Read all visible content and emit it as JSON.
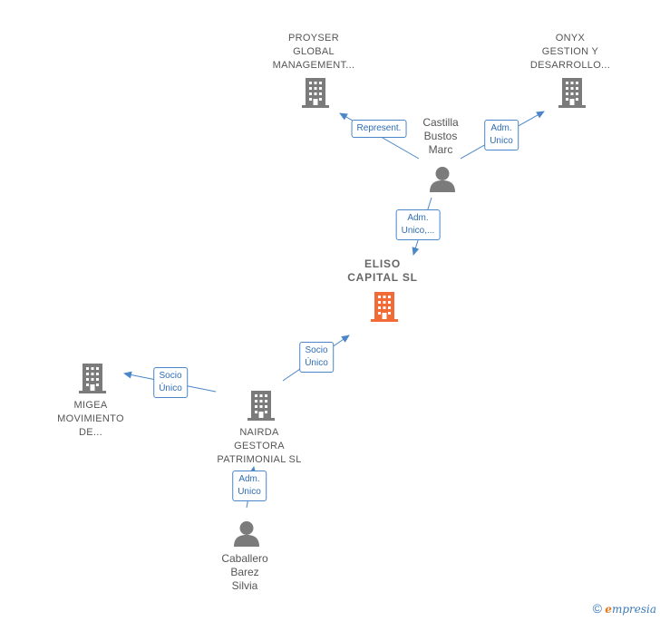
{
  "nodes": {
    "proyser": {
      "label": "PROYSER\nGLOBAL\nMANAGEMENT...",
      "type": "company"
    },
    "onyx": {
      "label": "ONYX\nGESTION Y\nDESARROLLO...",
      "type": "company"
    },
    "castilla": {
      "label": "Castilla\nBustos\nMarc",
      "type": "person"
    },
    "eliso": {
      "label": "ELISO\nCAPITAL SL",
      "type": "company-main"
    },
    "migea": {
      "label": "MIGEA\nMOVIMIENTO\nDE...",
      "type": "company"
    },
    "nairda": {
      "label": "NAIRDA\nGESTORA\nPATRIMONIAL SL",
      "type": "company"
    },
    "caballero": {
      "label": "Caballero\nBarez\nSilvia",
      "type": "person"
    }
  },
  "edges": {
    "represent": {
      "label": "Represent."
    },
    "adm_onyx": {
      "label": "Adm.\nUnico"
    },
    "adm_eliso": {
      "label": "Adm.\nUnico,..."
    },
    "socio_eliso": {
      "label": "Socio\nÚnico"
    },
    "socio_migea": {
      "label": "Socio\nÚnico"
    },
    "adm_nairda": {
      "label": "Adm.\nUnico"
    }
  },
  "colors": {
    "edge": "#4a86c8",
    "company": "#7b7b7b",
    "company_main": "#f26a35",
    "person": "#7b7b7b"
  },
  "footer": {
    "copyright": "©",
    "brand_first": "e",
    "brand_rest": "mpresia"
  }
}
